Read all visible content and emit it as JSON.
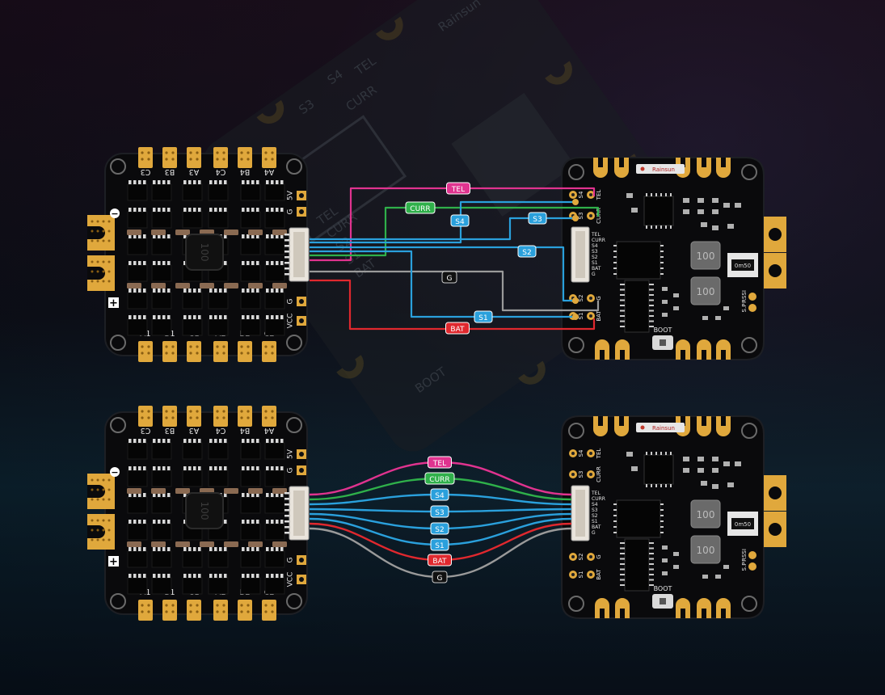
{
  "colors": {
    "tel": "#e0338f",
    "curr": "#2fb04a",
    "signal": "#2aa0dc",
    "bat": "#e0282e",
    "ground": "#9a9a9a",
    "pad_gold": "#e0a83c",
    "board": "#0a0a0c"
  },
  "watermark": {
    "labels": [
      "S4",
      "S3",
      "CURR",
      "TEL",
      "TEL",
      "CURR",
      "S2",
      "S1",
      "BAT",
      "BOOT",
      "RSSI",
      "S.P",
      "Rainsun"
    ]
  },
  "esc": {
    "top_pads": [
      "C3",
      "B3",
      "A3",
      "C4",
      "B4",
      "A4"
    ],
    "bottom_pads": [
      "A1",
      "B1",
      "C1",
      "A2",
      "B2",
      "C2"
    ],
    "right_top_labels": [
      "5V",
      "G"
    ],
    "right_bottom_labels": [
      "G",
      "VCC"
    ],
    "minus_symbol": "−",
    "plus_symbol": "+",
    "chip_text": "100"
  },
  "fc": {
    "inductor_values": [
      "100",
      "100"
    ],
    "resistor_text": "0m50",
    "brand": "Rainsun",
    "boot_label": "BOOT",
    "connector_pins": [
      "TEL",
      "CURR",
      "S4",
      "S3",
      "S2",
      "S1",
      "BAT",
      "G"
    ],
    "pad_labels_top": [
      "S4",
      "TEL",
      "S3",
      "CURR"
    ],
    "pad_labels_bottom": [
      "S2",
      "G",
      "S1",
      "BAT"
    ],
    "rssi_labels": [
      "RSSI",
      "S.P"
    ]
  },
  "wires": {
    "top_tags": [
      "TEL",
      "CURR",
      "S4",
      "S3",
      "S2",
      "G",
      "S1",
      "BAT"
    ],
    "bottom_tags": [
      "TEL",
      "CURR",
      "S4",
      "S3",
      "S2",
      "S1",
      "BAT",
      "G"
    ]
  }
}
